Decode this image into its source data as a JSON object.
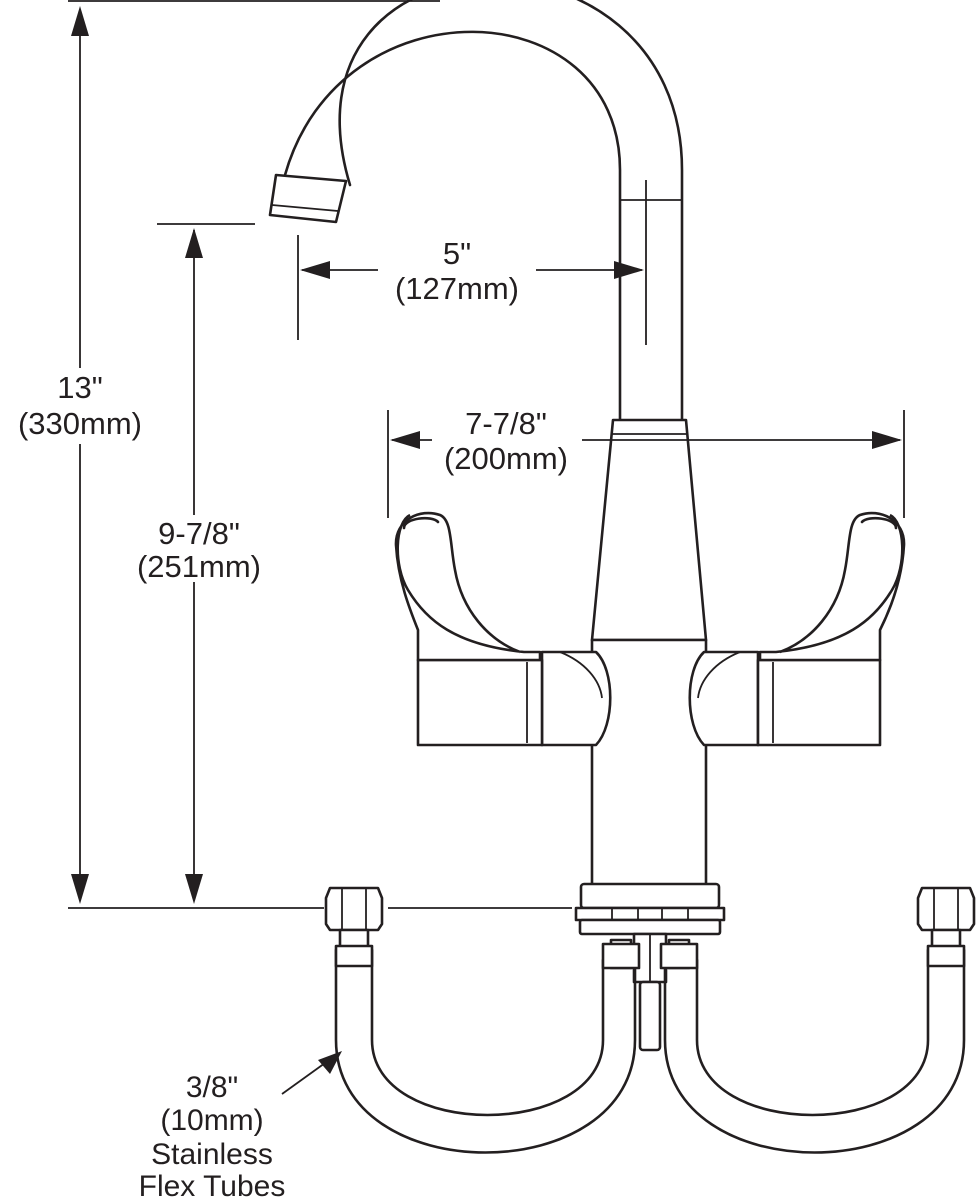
{
  "dimensions": {
    "overall_height": {
      "imperial": "13\"",
      "metric": "(330mm)"
    },
    "spout_height": {
      "imperial": "9-7/8\"",
      "metric": "(251mm)"
    },
    "spout_reach": {
      "imperial": "5\"",
      "metric": "(127mm)"
    },
    "handle_span": {
      "imperial": "7-7/8\"",
      "metric": "(200mm)"
    }
  },
  "callout": {
    "line1": "3/8\"",
    "line2": "(10mm)",
    "line3": "Stainless",
    "line4": "Flex Tubes"
  }
}
